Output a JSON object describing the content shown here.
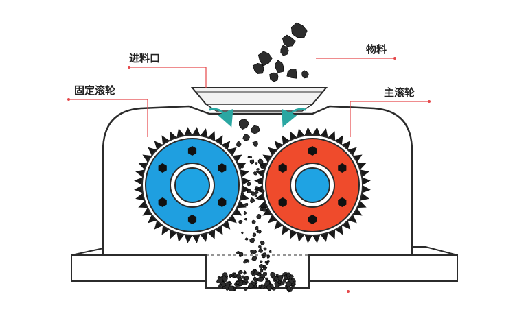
{
  "labels": {
    "feed_inlet": "进料口",
    "material": "物料",
    "fixed_roller": "固定滚轮",
    "main_roller": "主滚轮"
  },
  "colors": {
    "outline": "#2b2b2b",
    "fixed_roller_body": "#1f9fe0",
    "main_roller_body": "#ef4b2c",
    "hub_inner": "#1fa3e3",
    "arrow": "#2aa7a2",
    "leader": "#e5484a",
    "material": "#2d2d2d",
    "housing_fill": "#ffffff"
  },
  "icons": {
    "arrow_left": "curved-arrow-icon",
    "arrow_right": "curved-arrow-icon"
  }
}
